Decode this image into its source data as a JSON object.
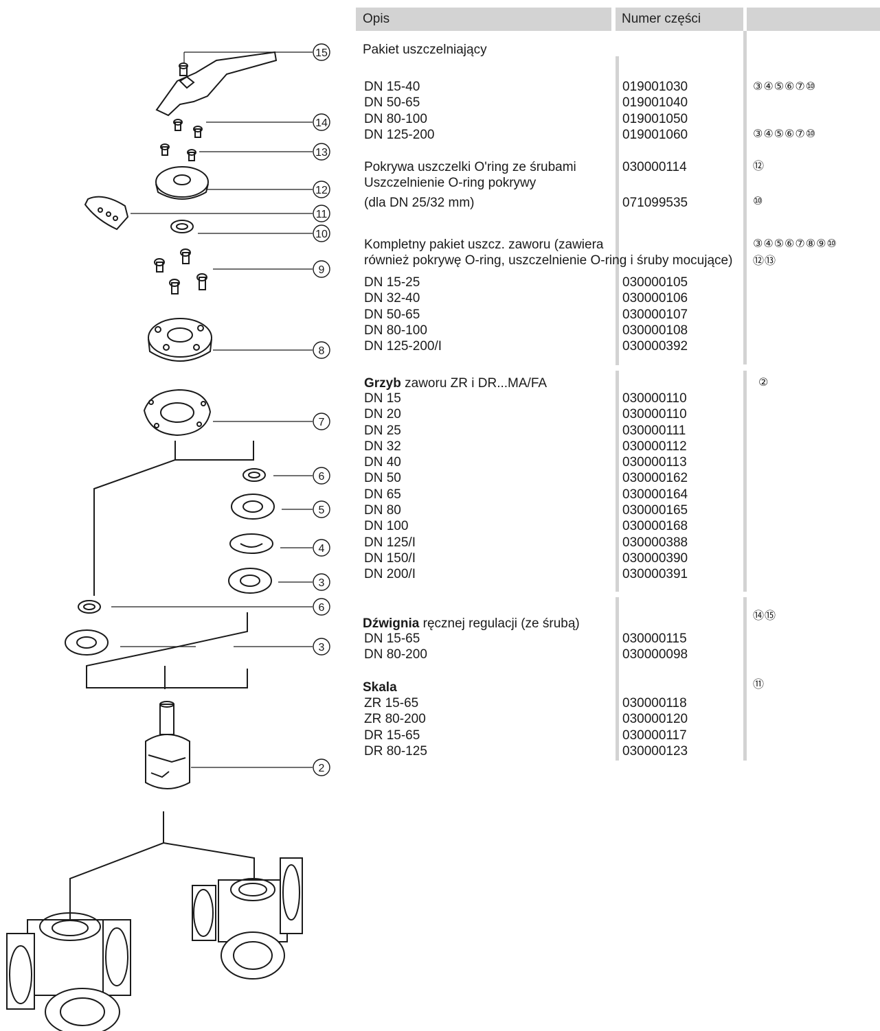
{
  "header": {
    "col_opis": "Opis",
    "col_numer": "Numer części"
  },
  "callouts": [
    "15",
    "14",
    "13",
    "12",
    "11",
    "10",
    "9",
    "8",
    "7",
    "6",
    "5",
    "4",
    "3",
    "6",
    "3",
    "2"
  ],
  "sections": {
    "s1": {
      "title": "Pakiet uszczelniający",
      "rows": [
        {
          "d": "DN 15-40",
          "n": "019001030"
        },
        {
          "d": "DN 50-65",
          "n": "019001040"
        },
        {
          "d": "DN 80-100",
          "n": "019001050"
        },
        {
          "d": "DN 125-200",
          "n": "019001060"
        }
      ],
      "marks_a": "③④⑤⑥⑦⑩",
      "marks_b": "③④⑤⑥⑦⑩"
    },
    "s2": {
      "line1": "Pokrywa uszczelki O'ring ze śrubami",
      "num1": "030000114",
      "mark1": "⑫",
      "line2": "Uszczelnienie O-ring pokrywy",
      "line3": "(dla DN 25/32 mm)",
      "num3": "071099535",
      "mark3": "⑩"
    },
    "s3": {
      "line1": "Kompletny pakiet uszcz. zaworu (zawiera",
      "line2": "również pokrywę O-ring, uszczelnienie O-ring i śruby mocujące)",
      "marks_a": "③④⑤⑥⑦⑧⑨⑩",
      "marks_b": "⑫⑬",
      "rows": [
        {
          "d": "DN 15-25",
          "n": "030000105"
        },
        {
          "d": "DN 32-40",
          "n": "030000106"
        },
        {
          "d": "DN 50-65",
          "n": "030000107"
        },
        {
          "d": "DN 80-100",
          "n": "030000108"
        },
        {
          "d": "DN 125-200/I",
          "n": "030000392"
        }
      ]
    },
    "s4": {
      "title_bold": "Grzyb",
      "title_rest": " zaworu ZR i DR...MA/FA",
      "mark": "②",
      "rows": [
        {
          "d": "DN 15",
          "n": "030000110"
        },
        {
          "d": "DN 20",
          "n": "030000110"
        },
        {
          "d": "DN 25",
          "n": "030000111"
        },
        {
          "d": "DN 32",
          "n": "030000112"
        },
        {
          "d": "DN 40",
          "n": "030000113"
        },
        {
          "d": "DN 50",
          "n": "030000162"
        },
        {
          "d": "DN 65",
          "n": "030000164"
        },
        {
          "d": "DN 80",
          "n": "030000165"
        },
        {
          "d": "DN 100",
          "n": "030000168"
        },
        {
          "d": "DN 125/I",
          "n": "030000388"
        },
        {
          "d": "DN 150/I",
          "n": "030000390"
        },
        {
          "d": "DN 200/I",
          "n": "030000391"
        }
      ]
    },
    "s5": {
      "title_bold": "Dźwignia",
      "title_rest": " ręcznej regulacji (ze śrubą)",
      "mark": "⑭⑮",
      "rows": [
        {
          "d": "DN 15-65",
          "n": "030000115"
        },
        {
          "d": "DN 80-200",
          "n": "030000098"
        }
      ]
    },
    "s6": {
      "title": "Skala",
      "mark": "⑪",
      "rows": [
        {
          "d": "ZR 15-65",
          "n": "030000118"
        },
        {
          "d": "ZR 80-200",
          "n": "030000120"
        },
        {
          "d": "DR 15-65",
          "n": "030000117"
        },
        {
          "d": "DR 80-125",
          "n": "030000123"
        }
      ]
    }
  }
}
